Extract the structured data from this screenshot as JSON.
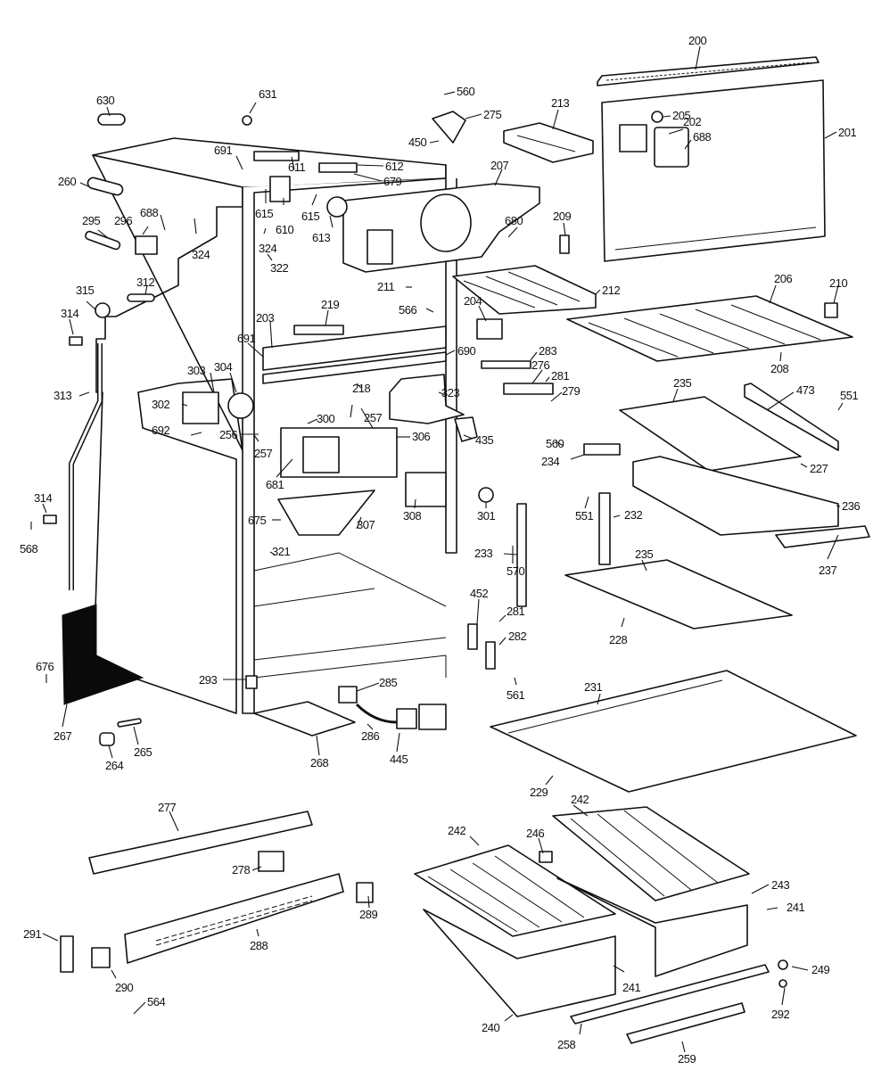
{
  "diagram": {
    "title": "Refrigerator cabinet parts exploded view",
    "labels": {
      "p200": "200",
      "p201": "201",
      "p202": "202",
      "p205": "205",
      "p688a": "688",
      "p213": "213",
      "p560a": "560",
      "p275": "275",
      "p450": "450",
      "p630": "630",
      "p631": "631",
      "p691a": "691",
      "p611": "611",
      "p612": "612",
      "p679": "679",
      "p207": "207",
      "p680": "680",
      "p209": "209",
      "p260": "260",
      "p688b": "688",
      "p324a": "324",
      "p295": "295",
      "p296": "296",
      "p615a": "615",
      "p610": "610",
      "p615b": "615",
      "p613": "613",
      "p324b": "324",
      "p322": "322",
      "p312": "312",
      "p315": "315",
      "p314a": "314",
      "p211": "211",
      "p212": "212",
      "p566": "566",
      "p204": "204",
      "p206": "206",
      "p210": "210",
      "p208": "208",
      "p219": "219",
      "p203": "203",
      "p691b": "691",
      "p690": "690",
      "p283": "283",
      "p276": "276",
      "p281a": "281",
      "p279": "279",
      "p313": "313",
      "p303": "303",
      "p304": "304",
      "p302": "302",
      "p218": "218",
      "p323": "323",
      "p235a": "235",
      "p473": "473",
      "p551a": "551",
      "p692": "692",
      "p300": "300",
      "p257a": "257",
      "p256": "256",
      "p257b": "257",
      "p306": "306",
      "p435": "435",
      "p560b": "560",
      "p234": "234",
      "p227": "227",
      "p681": "681",
      "p675": "675",
      "p308": "308",
      "p301": "301",
      "p307": "307",
      "p551b": "551",
      "p232": "232",
      "p236": "236",
      "p314b": "314",
      "p568": "568",
      "p321": "321",
      "p233": "233",
      "p570": "570",
      "p235b": "235",
      "p237": "237",
      "p452": "452",
      "p281b": "281",
      "p282": "282",
      "p228": "228",
      "p676": "676",
      "p293": "293",
      "p285": "285",
      "p561": "561",
      "p231": "231",
      "p267": "267",
      "p265": "265",
      "p264": "264",
      "p286": "286",
      "p445": "445",
      "p268": "268",
      "p229": "229",
      "p277": "277",
      "p242a": "242",
      "p242b": "242",
      "p246": "246",
      "p278": "278",
      "p289": "289",
      "p243": "243",
      "p241a": "241",
      "p291": "291",
      "p288": "288",
      "p290": "290",
      "p564": "564",
      "p249": "249",
      "p241b": "241",
      "p292": "292",
      "p240": "240",
      "p258": "258",
      "p259": "259"
    }
  }
}
